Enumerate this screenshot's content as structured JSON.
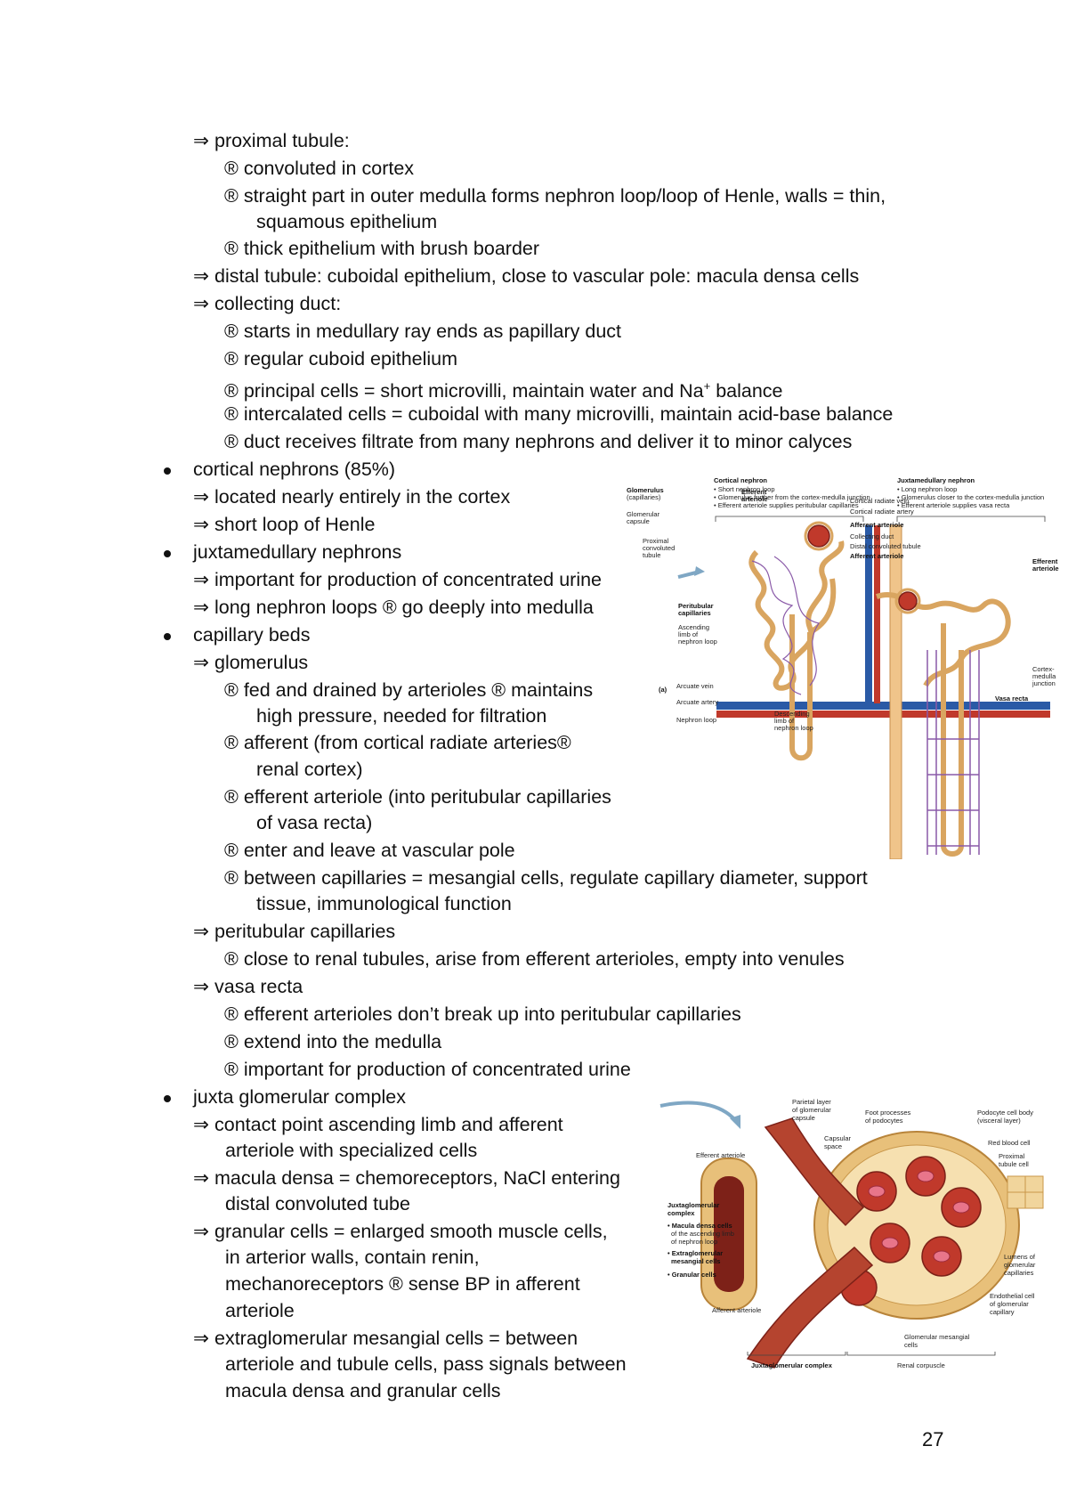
{
  "page_number": "27",
  "text": {
    "l1": "⇒ proximal tubule:",
    "l2": "® convoluted in cortex",
    "l3": "® straight part in outer medulla forms nephron loop/loop of Henle, walls = thin,",
    "l4": "squamous epithelium",
    "l5": "® thick epithelium with brush boarder",
    "l6": "⇒ distal tubule: cuboidal epithelium, close to vascular pole: macula densa cells",
    "l7": "⇒ collecting duct:",
    "l8": "® starts in medullary ray ends as papillary duct",
    "l9": "® regular cuboid epithelium",
    "l10a": "® principal cells = short microvilli, maintain water and Na",
    "l10sup": "+",
    "l10b": " balance",
    "l11": "®  intercalated cells = cuboidal with many microvilli, maintain acid-base balance",
    "l12": "® duct receives filtrate from many nephrons and deliver it to minor calyces",
    "l13": "cortical nephrons (85%)",
    "l14": "⇒ located nearly entirely in the cortex",
    "l15": "⇒ short loop of Henle",
    "l16": "juxtamedullary nephrons",
    "l17": "⇒ important for production of concentrated urine",
    "l18": "⇒ long nephron loops ® go deeply into medulla",
    "l19": "capillary beds",
    "l20": "⇒ glomerulus",
    "l21": "® fed and drained by arterioles ® maintains",
    "l22": "high pressure, needed for filtration",
    "l23": "®  afferent (from cortical radiate arteries®",
    "l24": "renal cortex)",
    "l25": "® efferent arteriole (into peritubular capillaries",
    "l26": "of vasa recta)",
    "l27": "® enter and leave at vascular pole",
    "l28": "® between capillaries = mesangial cells, regulate capillary diameter, support",
    "l29": "tissue, immunological function",
    "l30": "⇒ peritubular capillaries",
    "l31": "® close to renal tubules, arise from efferent arterioles, empty into venules",
    "l32": "⇒ vasa recta",
    "l33": "® efferent arterioles don’t break up into peritubular capillaries",
    "l34": "® extend into the medulla",
    "l35": "® important for production of concentrated urine",
    "l36": "juxta glomerular complex",
    "l37": "⇒ contact point ascending limb and afferent",
    "l38": "arteriole with specialized cells",
    "l39": "⇒ macula densa = chemoreceptors, NaCl entering",
    "l40": "distal convoluted tube",
    "l41": "⇒ granular cells = enlarged smooth muscle cells,",
    "l42": "in arterior walls, contain renin,",
    "l43": "mechanoreceptors ® sense BP in afferent",
    "l44": "arteriole",
    "l45": "⇒ extraglomerular mesangial cells = between",
    "l46": "arteriole and tubule cells, pass signals between",
    "l47": "macula densa and granular cells"
  },
  "figure1": {
    "cortical_title": "Cortical nephron",
    "cortical_b1": "• Short nephron loop",
    "cortical_b2": "• Glomerulus further from the cortex-medulla junction",
    "cortical_b3": "• Efferent arteriole supplies peritubular capillaries",
    "juxta_title": "Juxtamedullary nephron",
    "juxta_b1": "• Long nephron loop",
    "juxta_b2": "• Glomerulus closer to the cortex-medulla junction",
    "juxta_b3": "• Efferent arteriole supplies vasa recta",
    "glomerulus": "Glomerulus",
    "capillaries": "(capillaries)",
    "glomerular": "Glomerular",
    "capsule": "capsule",
    "proximal": "Proximal",
    "convoluted": "convoluted",
    "tubule": "tubule",
    "efferent": "Efferent",
    "arteriole": "arteriole",
    "cortical_radiate_vein": "Cortical radiate vein",
    "cortical_radiate_artery": "Cortical radiate artery",
    "afferent_arteriole": "Afferent arteriole",
    "collecting_duct": "Collecting duct",
    "distal_convoluted_tubule": "Distal convoluted tubule",
    "afferent_arteriole2": "Afferent arteriole",
    "efferent2": "Efferent",
    "arteriole2": "arteriole",
    "peritubular": "Peritubular",
    "capillaries2": "capillaries",
    "ascending": "Ascending",
    "limb_of": "limb of",
    "nephron_loop": "nephron loop",
    "panel": "(a)",
    "arcuate_vein": "Arcuate vein",
    "arcuate_artery": "Arcuate artery",
    "nephron_loop2": "Nephron loop",
    "descending": "Descending",
    "limb_of2": "limb of",
    "nephron_loop3": "nephron loop",
    "cortex": "Cortex-",
    "medulla": "medulla",
    "junction": "junction",
    "vasa_recta": "Vasa recta"
  },
  "figure2": {
    "parietal": "Parietal layer",
    "of_glomerular": "of glomerular",
    "capsule": "capsule",
    "foot_processes": "Foot processes",
    "of_podocytes": "of podocytes",
    "podocyte": "Podocyte cell body",
    "visceral": "(visceral layer)",
    "capsular": "Capsular",
    "space": "space",
    "red_blood_cell": "Red blood cell",
    "efferent_arteriole": "Efferent arteriole",
    "proximal": "Proximal",
    "tubule_cell": "tubule cell",
    "juxtaglomerular": "Juxtaglomerular",
    "complex": "complex",
    "macula": "• Macula densa cells",
    "of_ascending": "of the ascending limb",
    "of_nephron": "of nephron loop",
    "extraglomerular": "• Extraglomerular",
    "mesangial": "mesangial cells",
    "granular": "• Granular cells",
    "lumens": "Lumens of",
    "glomerular_cap": "glomerular",
    "capillaries": "capillaries",
    "afferent_arteriole": "Afferent arteriole",
    "endothelial": "Endothelial cell",
    "of_glomerular_cap": "of glomerular",
    "capillary": "capillary",
    "glomerular_mesangial": "Glomerular mesangial",
    "cells": "cells",
    "jg_complex": "Juxtaglomerular complex",
    "renal_corpuscle": "Renal corpuscle"
  },
  "colors": {
    "artery": "#c0392b",
    "vein": "#2a5aa6",
    "tubule": "#f0c48a",
    "tubule_stroke": "#c98f4e",
    "capillary": "#8a5aa8",
    "arrow": "#7fa7c4"
  }
}
